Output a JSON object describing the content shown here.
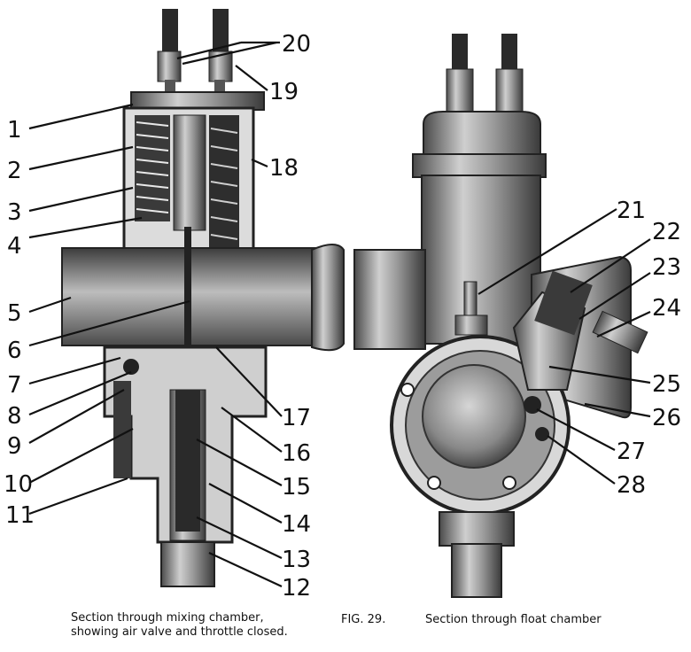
{
  "figure": {
    "number": "FIG. 29.",
    "left_caption": [
      "Section through mixing chamber,",
      "showing air valve and throttle closed."
    ],
    "right_caption": "Section through float chamber"
  },
  "callouts": {
    "left": [
      "1",
      "2",
      "3",
      "4",
      "5",
      "6",
      "7",
      "8",
      "9",
      "10",
      "11",
      "12",
      "13",
      "14",
      "15",
      "16",
      "17",
      "18",
      "19",
      "20"
    ],
    "right": [
      "21",
      "22",
      "23",
      "24",
      "25",
      "26",
      "27",
      "28"
    ]
  }
}
